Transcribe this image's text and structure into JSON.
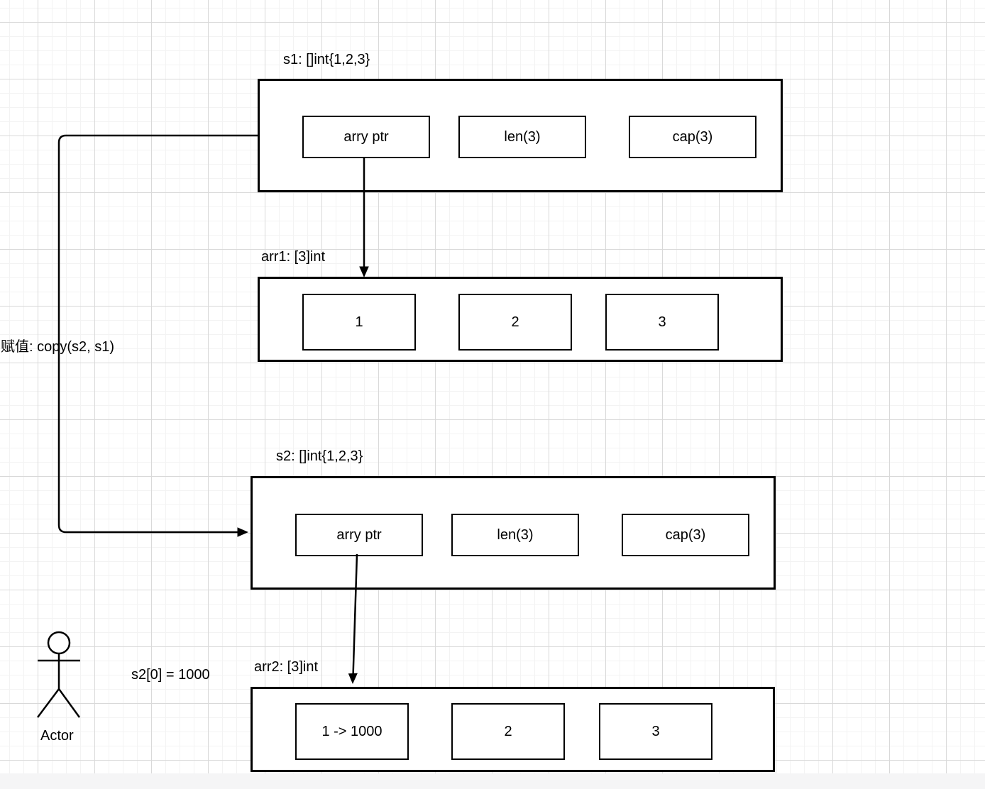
{
  "s1": {
    "label": "s1: []int{1,2,3}",
    "cells": [
      "arry ptr",
      "len(3)",
      "cap(3)"
    ]
  },
  "arr1": {
    "label": "arr1: [3]int",
    "cells": [
      "1",
      "2",
      "3"
    ]
  },
  "s2": {
    "label": "s2: []int{1,2,3}",
    "cells": [
      "arry ptr",
      "len(3)",
      "cap(3)"
    ]
  },
  "arr2": {
    "label": "arr2: [3]int",
    "cells": [
      "1 -> 1000",
      "2",
      "3"
    ]
  },
  "annotations": {
    "copy_call": "赋值: copy(s2, s1)",
    "assignment": "s2[0] = 1000"
  },
  "actor": {
    "label": "Actor"
  },
  "colors": {
    "stroke": "#000000",
    "shape_fill": "#ffffff",
    "grid_minor": "#f3f3f3",
    "grid_major": "#d9d9d9",
    "canvas_margin": "#f5f5f6"
  }
}
